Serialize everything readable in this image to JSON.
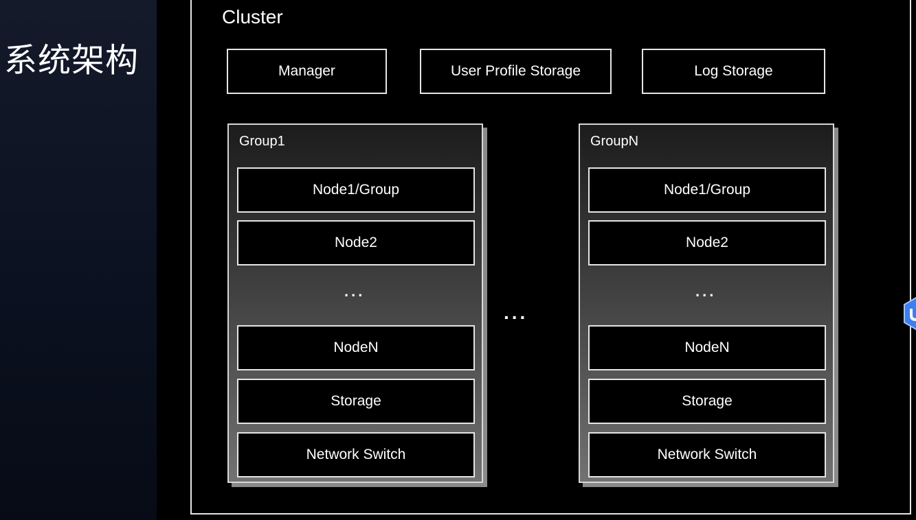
{
  "slide": {
    "title": "系统架构"
  },
  "cluster": {
    "label": "Cluster",
    "top_components": [
      "Manager",
      "User Profile Storage",
      "Log Storage"
    ],
    "between_groups_ellipsis": "...",
    "groups": [
      {
        "label": "Group1",
        "nodes_top": [
          "Node1/Group",
          "Node2"
        ],
        "ellipsis": "...",
        "nodes_bottom": [
          "NodeN",
          "Storage",
          "Network Switch"
        ]
      },
      {
        "label": "GroupN",
        "nodes_top": [
          "Node1/Group",
          "Node2"
        ],
        "ellipsis": "...",
        "nodes_bottom": [
          "NodeN",
          "Storage",
          "Network Switch"
        ]
      }
    ]
  },
  "colors": {
    "background": "#000000",
    "left_panel": "#0b1120",
    "border": "#e6e6e6",
    "group_shadow": "#8a8a8a",
    "accent_icon": "#3d7ff0"
  },
  "icons": {
    "edge_badge": "shield-icon"
  }
}
